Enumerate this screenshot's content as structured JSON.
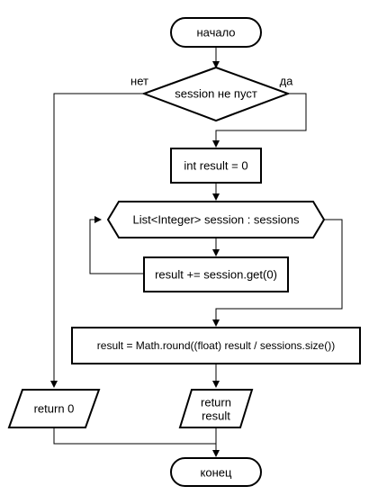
{
  "flowchart": {
    "start": "начало",
    "condition": "session не пуст",
    "branch_no": "нет",
    "branch_yes": "да",
    "init": "int result = 0",
    "loop": "List<Integer> session : sessions",
    "accumulate": "result += session.get(0)",
    "compute": "result = Math.round((float) result / sessions.size())",
    "return_zero": "return 0",
    "return_result_line1": "return",
    "return_result_line2": "result",
    "end": "конец"
  }
}
